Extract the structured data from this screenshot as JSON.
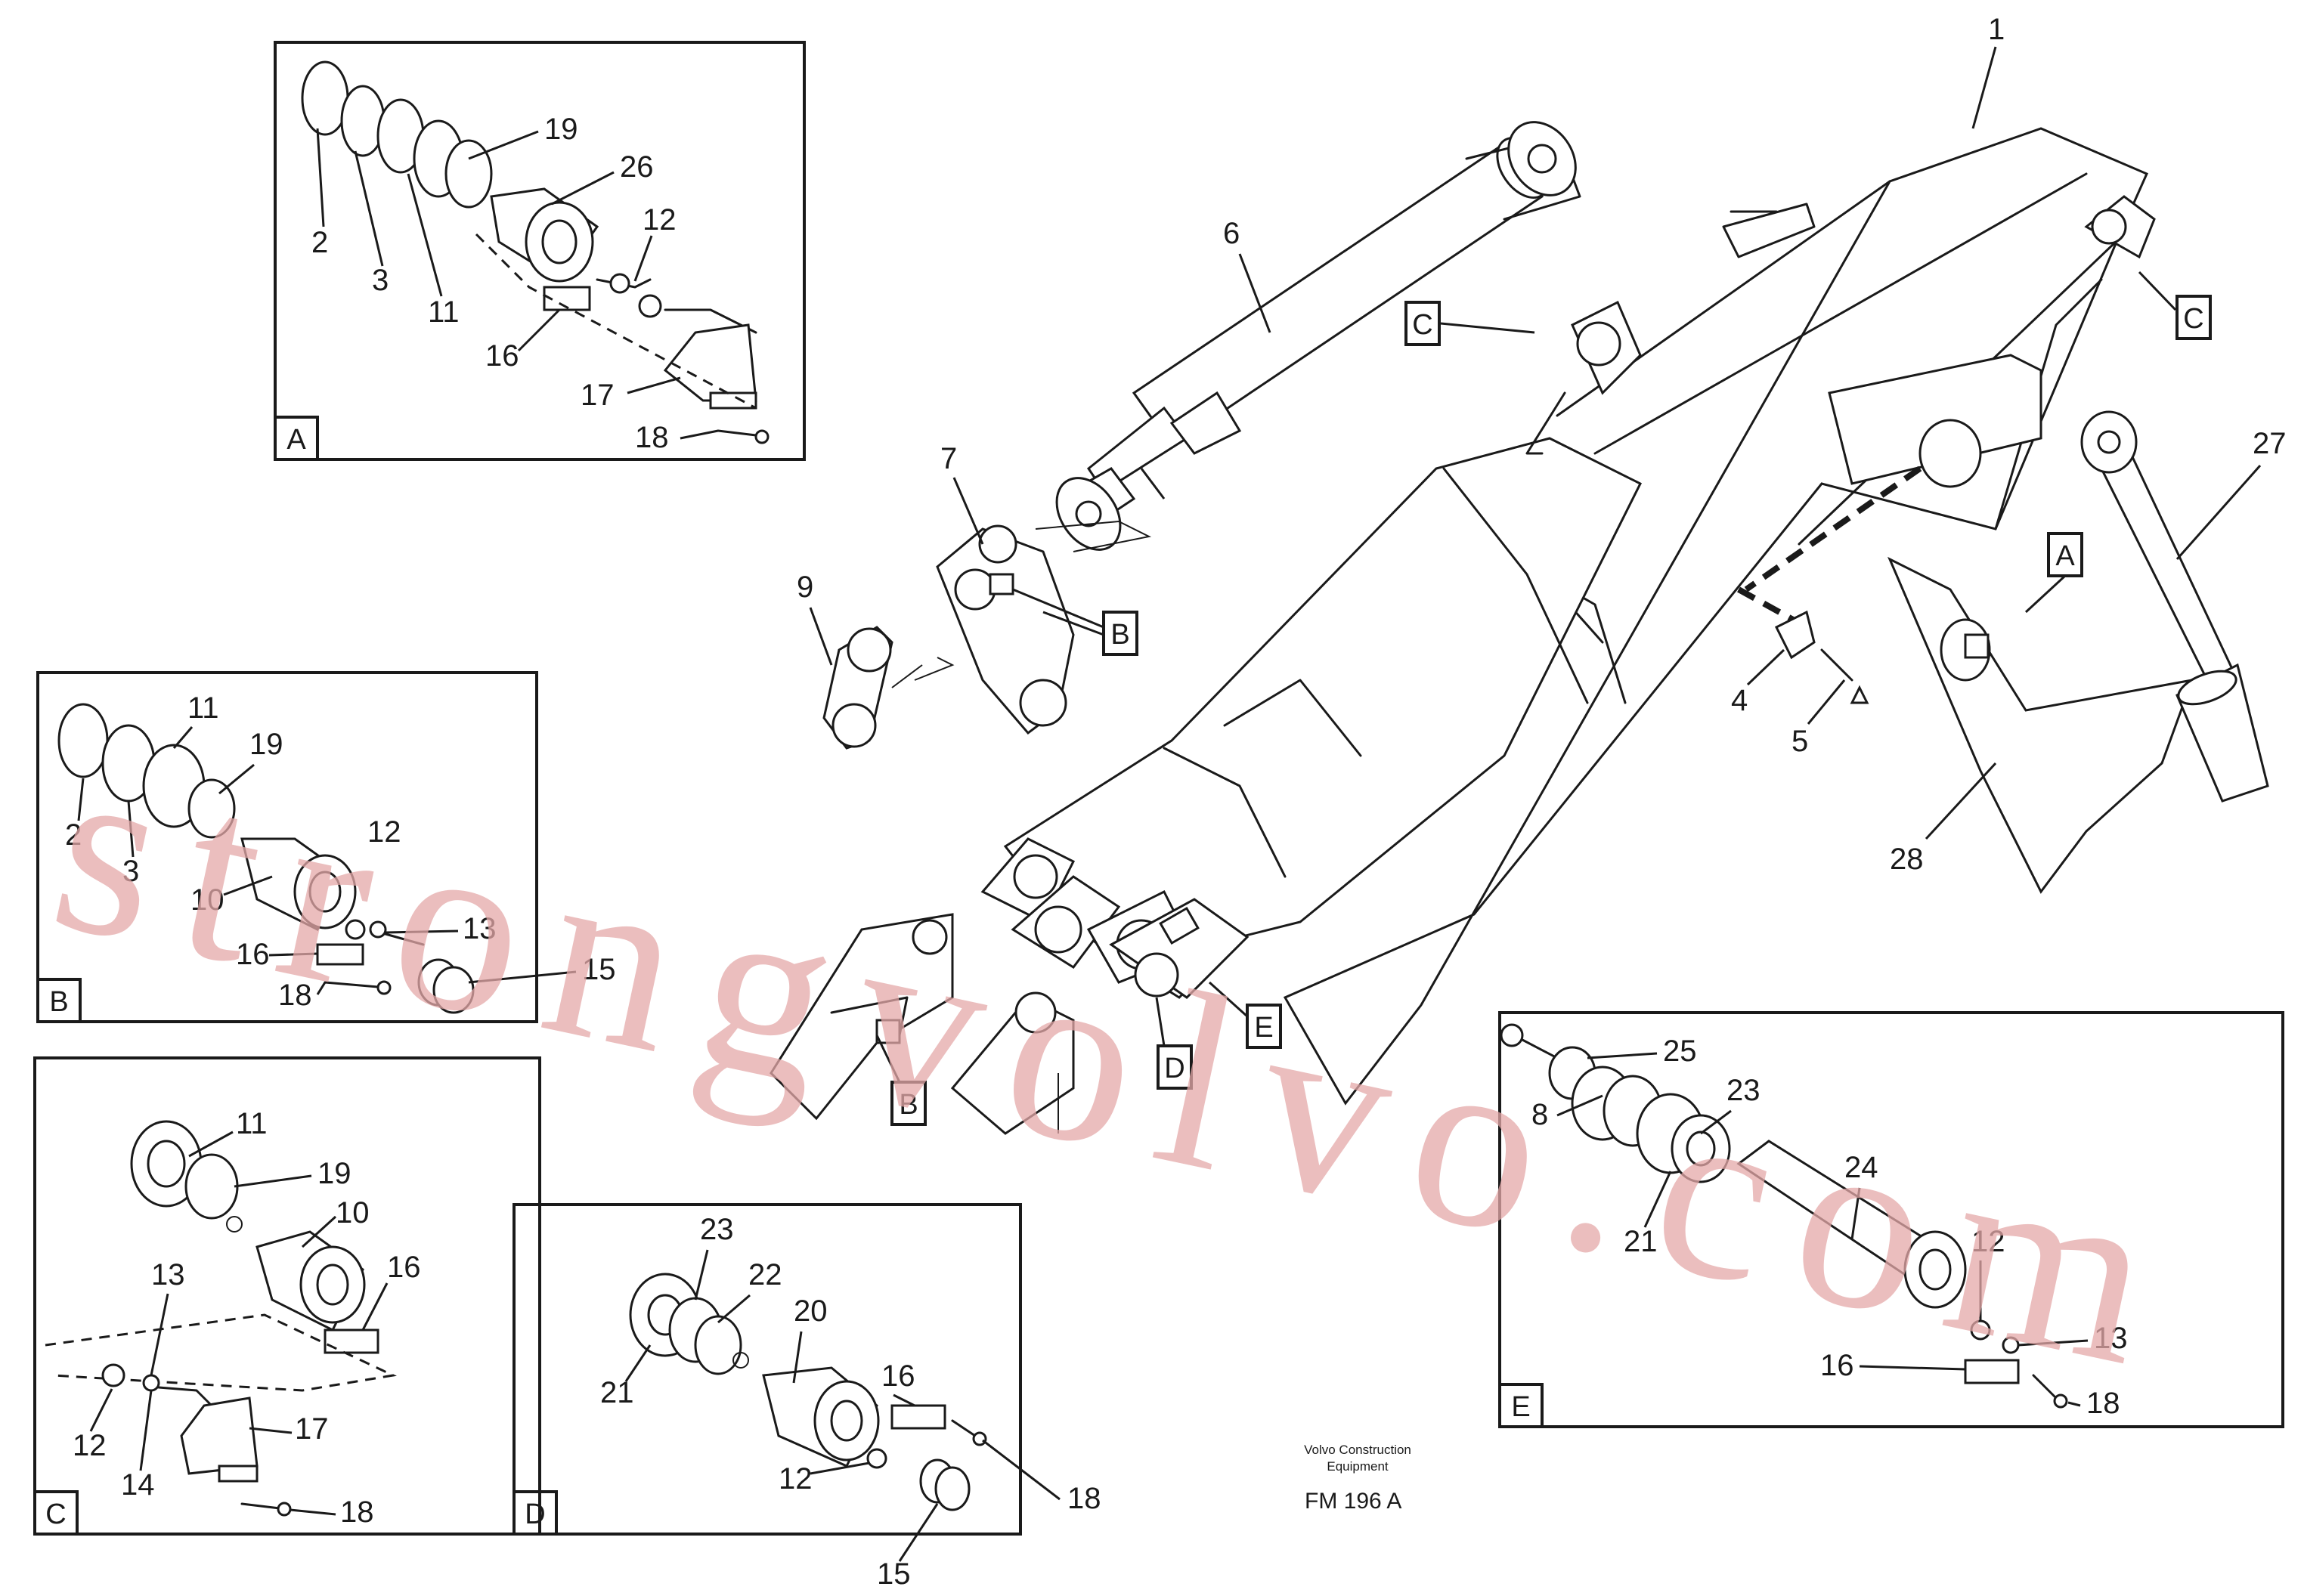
{
  "watermark": "strongvolvo.com",
  "footer": {
    "company_line1": "Volvo Construction",
    "company_line2": "Equipment",
    "figure_code": "FM 196  A"
  },
  "insets": {
    "A": {
      "label": "A",
      "callouts": [
        "19",
        "26",
        "2",
        "3",
        "11",
        "12",
        "16",
        "17",
        "18"
      ]
    },
    "B": {
      "label": "B",
      "callouts": [
        "11",
        "19",
        "2",
        "3",
        "10",
        "12",
        "16",
        "13",
        "18",
        "15"
      ]
    },
    "C": {
      "label": "C",
      "callouts": [
        "11",
        "19",
        "10",
        "13",
        "16",
        "17",
        "12",
        "14",
        "18"
      ]
    },
    "D": {
      "label": "D",
      "callouts": [
        "23",
        "22",
        "20",
        "16",
        "21",
        "12",
        "18",
        "15"
      ]
    },
    "E": {
      "label": "E",
      "callouts": [
        "25",
        "23",
        "8",
        "24",
        "21",
        "12",
        "13",
        "16",
        "18"
      ]
    }
  },
  "main": {
    "callouts": [
      "1",
      "6",
      "27",
      "7",
      "9",
      "4",
      "5",
      "28"
    ],
    "ref_labels": [
      "C",
      "C",
      "A",
      "B",
      "B",
      "E",
      "D"
    ]
  }
}
